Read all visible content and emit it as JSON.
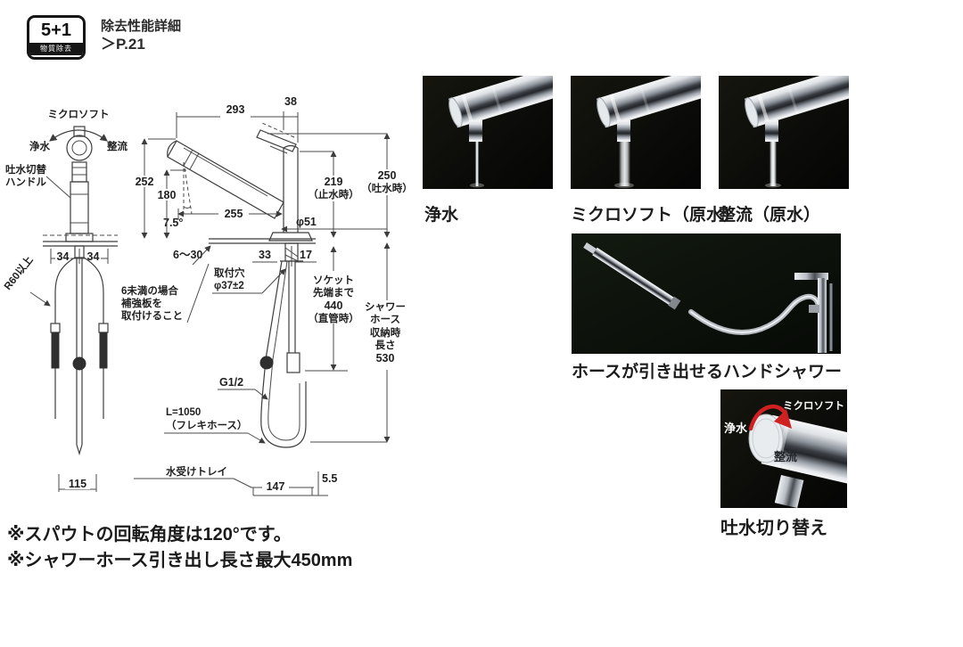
{
  "badge": {
    "big": "5+1",
    "small": "物質除去",
    "detail": "除去性能詳細",
    "page_ref": "＞P.21"
  },
  "front": {
    "top": "ミクロソフト",
    "left": "浄水",
    "right": "整流",
    "handle1": "吐水切替",
    "handle2": "ハンドル",
    "d34l": "34",
    "d34r": "34",
    "r60": "R60以上",
    "d115": "115"
  },
  "side": {
    "d293": "293",
    "d38": "38",
    "d252": "252",
    "d180": "180",
    "d255": "255",
    "angle": "7.5°",
    "d219a": "219",
    "d219b": "（止水時）",
    "d250a": "250",
    "d250b": "（吐水時）",
    "dia51": "φ51",
    "d630": "6〜30",
    "d33": "33",
    "d17": "17",
    "hole1": "取付穴",
    "hole2": "φ37±2",
    "note1": "6未満の場合",
    "note2": "補強板を",
    "note3": "取付けること",
    "sock1": "ソケット",
    "sock2": "先端まで",
    "sock3": "440",
    "sock4": "（直管時）",
    "sh1": "シャワー",
    "sh2": "ホース",
    "sh3": "収納時",
    "sh4": "長さ",
    "sh5": "530",
    "g": "G1/2",
    "flex1": "L=1050",
    "flex2": "（フレキホース）",
    "tray": "水受けトレイ",
    "d147": "147",
    "d55": "5.5"
  },
  "notes": [
    "※スパウトの回転角度は120°です。",
    "※シャワーホース引き出し長さ最大450mm"
  ],
  "photos": {
    "mode1": "浄水",
    "mode2": "ミクロソフト（原水）",
    "mode3": "整流（原水）",
    "hose_caption": "ホースが引き出せるハンドシャワー",
    "switch_caption": "吐水切り替え",
    "switch_labels": {
      "top": "ミクロソフト",
      "left": "浄水",
      "mid": "整流"
    }
  },
  "colors": {
    "line": "#3c3c3c",
    "accent_red": "#cf2121",
    "photo_bg": "#0b0b09",
    "hose_photo_bg": "#0a0f0a"
  }
}
